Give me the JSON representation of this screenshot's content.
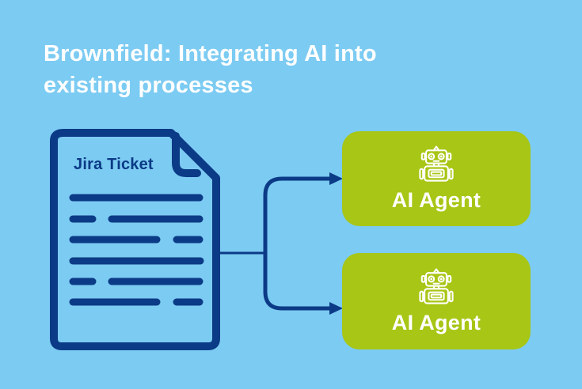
{
  "title": {
    "line1": "Brownfield: Integrating AI into",
    "line2": "existing processes"
  },
  "document": {
    "label": "Jira Ticket",
    "icon": "document-icon"
  },
  "agents": [
    {
      "label": "AI Agent",
      "icon": "robot-icon"
    },
    {
      "label": "AI Agent",
      "icon": "robot-icon"
    }
  ],
  "connections": {
    "from": "Jira Ticket",
    "to": [
      "AI Agent",
      "AI Agent"
    ]
  },
  "colors": {
    "background": "#7ccbf2",
    "navy": "#0b3a86",
    "green": "#a7c615",
    "white": "#ffffff"
  }
}
